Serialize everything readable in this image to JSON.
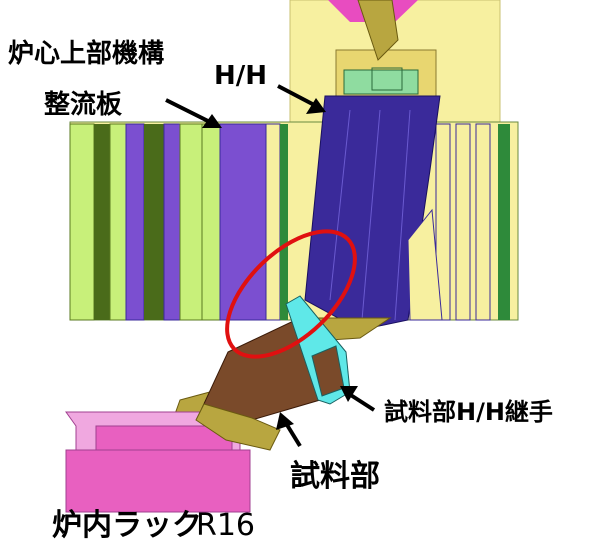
{
  "labels": {
    "upper_structure": "炉心上部機構",
    "rectifier": "整流板",
    "hh": "H/H",
    "sample_joint": "試料部H/H継手",
    "sample": "試料部",
    "rack": "炉内ラック",
    "rack_id": "R16"
  },
  "colors": {
    "cylinder_yellow": "#f7f0a0",
    "band_lime": "#c8f07a",
    "band_dark_green": "#4a6b1a",
    "band_purple": "#7b4fd0",
    "hh_navy": "#3a2a9a",
    "sample_brown": "#7a4a2a",
    "joint_cyan": "#5fe8e8",
    "arm_olive": "#b8a640",
    "rack_pink": "#e860c0",
    "highlight_red": "#e01010"
  }
}
